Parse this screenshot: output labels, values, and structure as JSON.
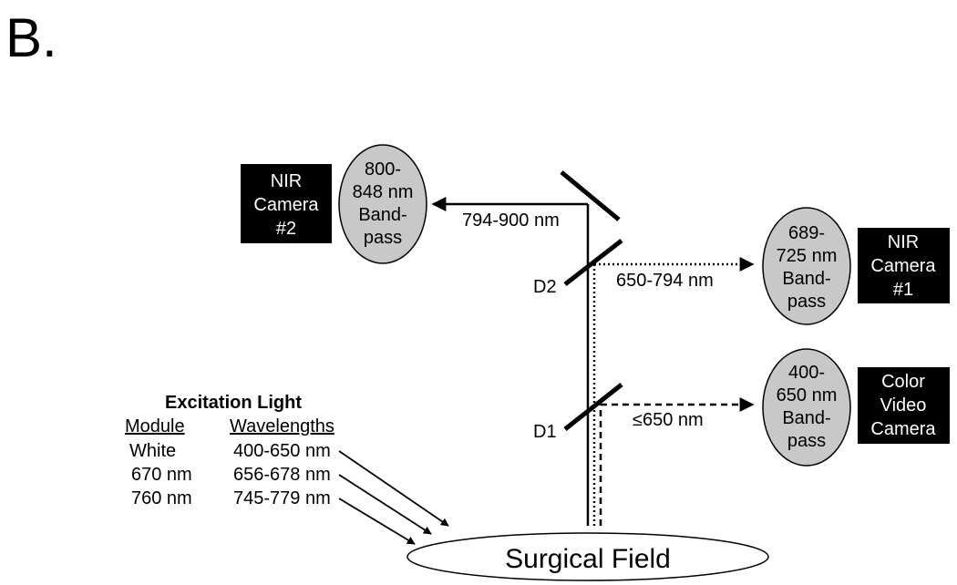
{
  "panel_label": "B.",
  "colors": {
    "camera_box": "#000000",
    "camera_text": "#ffffff",
    "filter_fill": "#c8c8c8",
    "line": "#000000",
    "background": "#ffffff"
  },
  "cameras": {
    "nir2": [
      "NIR",
      "Camera",
      "#2"
    ],
    "nir1": [
      "NIR",
      "Camera",
      "#1"
    ],
    "color": [
      "Color",
      "Video",
      "Camera"
    ]
  },
  "filters": {
    "f800": [
      "800-",
      "848 nm",
      "Band-",
      "pass"
    ],
    "f689": [
      "689-",
      "725 nm",
      "Band-",
      "pass"
    ],
    "f400": [
      "400-",
      "650 nm",
      "Band-",
      "pass"
    ]
  },
  "paths": {
    "nir2_range": "794-900 nm",
    "nir1_range": "650-794 nm",
    "color_range": "≤650 nm"
  },
  "dichroics": {
    "d2": "D2",
    "d1": "D1"
  },
  "surgical_field": "Surgical Field",
  "excitation": {
    "title": "Excitation Light",
    "col_module": "Module",
    "col_wavelengths": "Wavelengths",
    "rows": [
      {
        "module": "White",
        "wavelengths": "400-650 nm"
      },
      {
        "module": "670 nm",
        "wavelengths": "656-678 nm"
      },
      {
        "module": "760 nm",
        "wavelengths": "745-779 nm"
      }
    ]
  }
}
